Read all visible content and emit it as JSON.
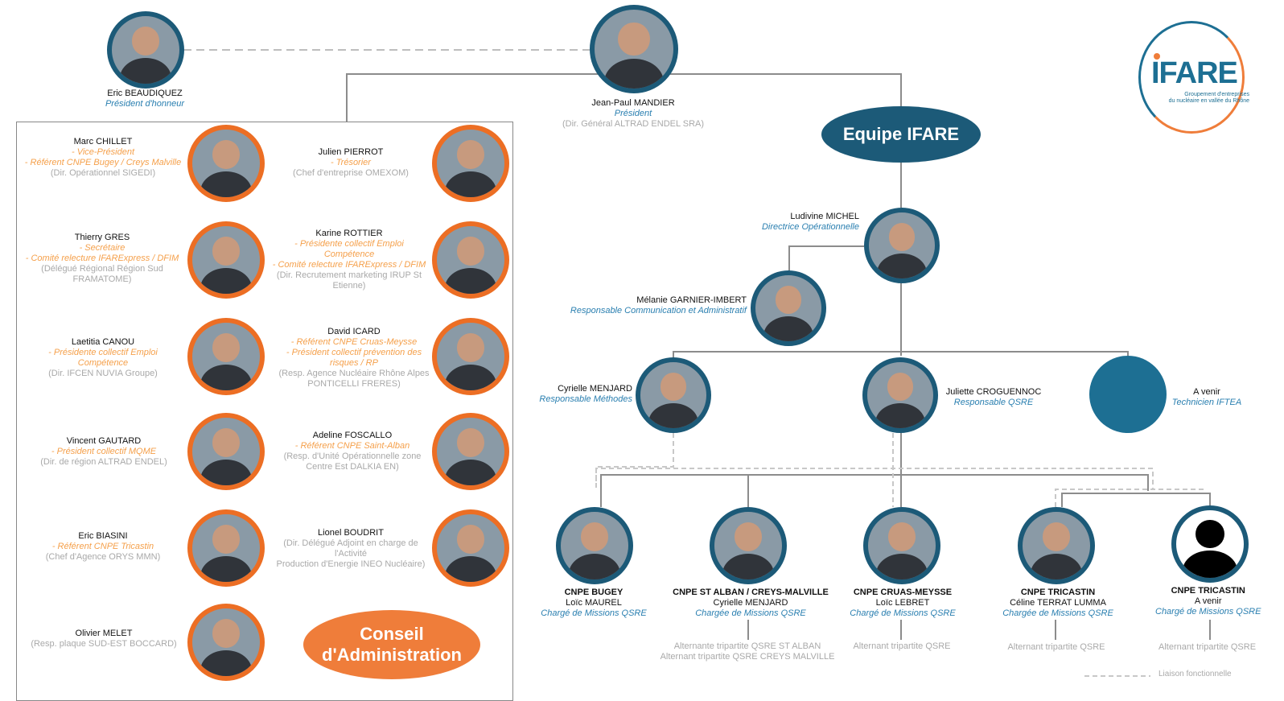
{
  "logo": {
    "word": "IFARE",
    "tagline_1": "Groupement d'entreprises",
    "tagline_2": "du nucléaire en vallée du Rhône"
  },
  "headers": {
    "equipe": "Equipe IFARE",
    "conseil_1": "Conseil",
    "conseil_2": "d'Administration"
  },
  "honorary": {
    "name": "Eric BEAUDIQUEZ",
    "role": "Président d'honneur"
  },
  "president": {
    "name": "Jean-Paul MANDIER",
    "role": "Président",
    "org": "(Dir. Général ALTRAD ENDEL SRA)"
  },
  "board": [
    {
      "name": "Marc CHILLET",
      "roles": [
        "- Vice-Président",
        "- Référent CNPE Bugey / Creys Malville"
      ],
      "org": [
        "(Dir. Opérationnel SIGEDI)"
      ]
    },
    {
      "name": "Julien PIERROT",
      "roles": [
        "- Trésorier"
      ],
      "org": [
        "(Chef d'entreprise OMEXOM)"
      ]
    },
    {
      "name": "Thierry GRES",
      "roles": [
        "- Secrétaire",
        "- Comité relecture IFARExpress / DFIM"
      ],
      "org": [
        "(Délégué Régional Région Sud",
        "FRAMATOME)"
      ]
    },
    {
      "name": "Karine ROTTIER",
      "roles": [
        "- Présidente collectif Emploi",
        "Compétence",
        "- Comité relecture IFARExpress / DFIM"
      ],
      "org": [
        "(Dir. Recrutement marketing IRUP St",
        "Etienne)"
      ]
    },
    {
      "name": "Laetitia CANOU",
      "roles": [
        "- Présidente collectif Emploi",
        "Compétence"
      ],
      "org": [
        "(Dir. IFCEN NUVIA Groupe)"
      ]
    },
    {
      "name": "David ICARD",
      "roles": [
        "- Référent CNPE Cruas-Meysse",
        "- Président collectif prévention des",
        "risques / RP"
      ],
      "org": [
        "(Resp. Agence Nucléaire Rhône Alpes",
        "PONTICELLI FRERES)"
      ]
    },
    {
      "name": "Vincent GAUTARD",
      "roles": [
        "- Président collectif MQME"
      ],
      "org": [
        "(Dir. de région ALTRAD ENDEL)"
      ]
    },
    {
      "name": "Adeline FOSCALLO",
      "roles": [
        "- Référent CNPE Saint-Alban"
      ],
      "org": [
        "(Resp. d'Unité Opérationnelle zone",
        "Centre Est DALKIA EN)"
      ]
    },
    {
      "name": "Eric BIASINI",
      "roles": [
        "- Référent CNPE Tricastin"
      ],
      "org": [
        "(Chef d'Agence ORYS MMN)"
      ]
    },
    {
      "name": "Lionel BOUDRIT",
      "roles": [],
      "org": [
        "(Dir. Délégué Adjoint en charge de",
        "l'Activité",
        "Production d'Energie INEO Nucléaire)"
      ]
    },
    {
      "name": "Olivier MELET",
      "roles": [],
      "org": [
        "(Resp. plaque SUD-EST  BOCCARD)"
      ]
    }
  ],
  "team": [
    {
      "name": "Ludivine MICHEL",
      "role": "Directrice Opérationnelle"
    },
    {
      "name": "Mélanie GARNIER-IMBERT",
      "role": "Responsable Communication et Administratif"
    },
    {
      "name": "Cyrielle MENJARD",
      "role": "Responsable Méthodes"
    },
    {
      "name": "Juliette CROGUENNOC",
      "role": "Responsable QSRE"
    },
    {
      "name": "A venir",
      "role": "Technicien IFTEA"
    }
  ],
  "sites": [
    {
      "site": "CNPE BUGEY",
      "name": "Loïc MAUREL",
      "role": "Chargé de Missions QSRE",
      "alt": []
    },
    {
      "site": "CNPE ST ALBAN / CREYS-MALVILLE",
      "name": "Cyrielle MENJARD",
      "role": "Chargée de Missions QSRE",
      "alt": [
        "Alternante tripartite QSRE ST ALBAN",
        "Alternant tripartite QSRE CREYS MALVILLE"
      ]
    },
    {
      "site": "CNPE CRUAS-MEYSSE",
      "name": "Loïc LEBRET",
      "role": "Chargé de Missions QSRE",
      "alt": [
        "Alternant tripartite QSRE"
      ]
    },
    {
      "site": "CNPE TRICASTIN",
      "name": "Céline TERRAT LUMMA",
      "role": "Chargée de Missions QSRE",
      "alt": [
        "Alternant tripartite QSRE"
      ]
    },
    {
      "site": "CNPE TRICASTIN",
      "name": "A venir",
      "role": "Chargé de Missions QSRE",
      "alt": [
        "Alternant tripartite QSRE"
      ]
    }
  ],
  "legend": {
    "functional": "Liaison fonctionnelle"
  },
  "colors": {
    "navy": "#1c5a78",
    "orange": "#ec6e24",
    "role_blue": "#2a7fb0",
    "orole": "#f5a04b"
  }
}
